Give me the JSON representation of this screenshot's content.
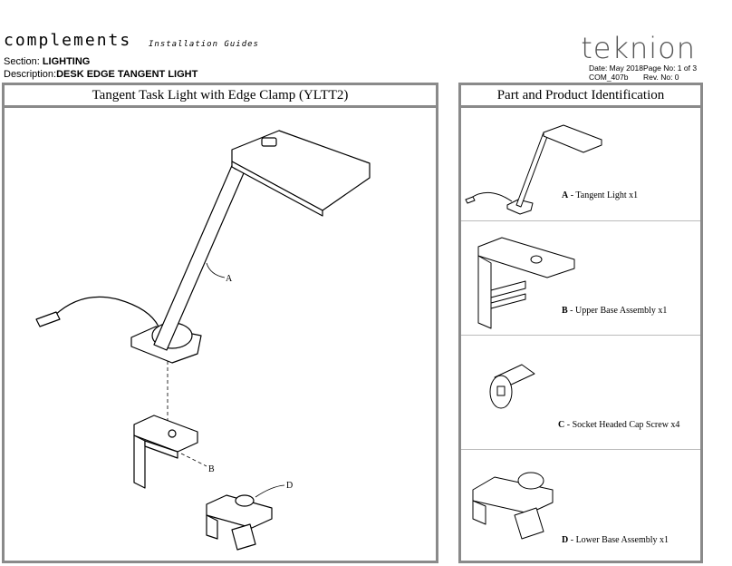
{
  "header": {
    "brand": "complements",
    "brand_sub": "Installation Guides",
    "section_label": "Section:",
    "section_value": "LIGHTING",
    "description_label": "Description:",
    "description_value": "DESK EDGE TANGENT LIGHT",
    "logo": "teknion",
    "date": "Date: May 2018",
    "page_no": "Page No: 1 of 3",
    "doc_code": "COM_407b",
    "rev_no": "Rev. No: 0"
  },
  "main_panel": {
    "title": "Tangent Task Light with Edge Clamp (YLTT2)",
    "callouts": [
      "A",
      "B",
      "D"
    ]
  },
  "parts_panel": {
    "title": "Part and Product Identification",
    "parts": [
      {
        "letter": "A",
        "text": " - Tangent Light x1"
      },
      {
        "letter": "B",
        "text": " - Upper Base Assembly x1"
      },
      {
        "letter": "C",
        "text": " - Socket Headed Cap Screw x4"
      },
      {
        "letter": "D",
        "text": " - Lower Base Assembly x1"
      }
    ]
  },
  "colors": {
    "panel_border": "#8a8a8a",
    "divider": "#bbbbbb",
    "logo": "#555555"
  }
}
